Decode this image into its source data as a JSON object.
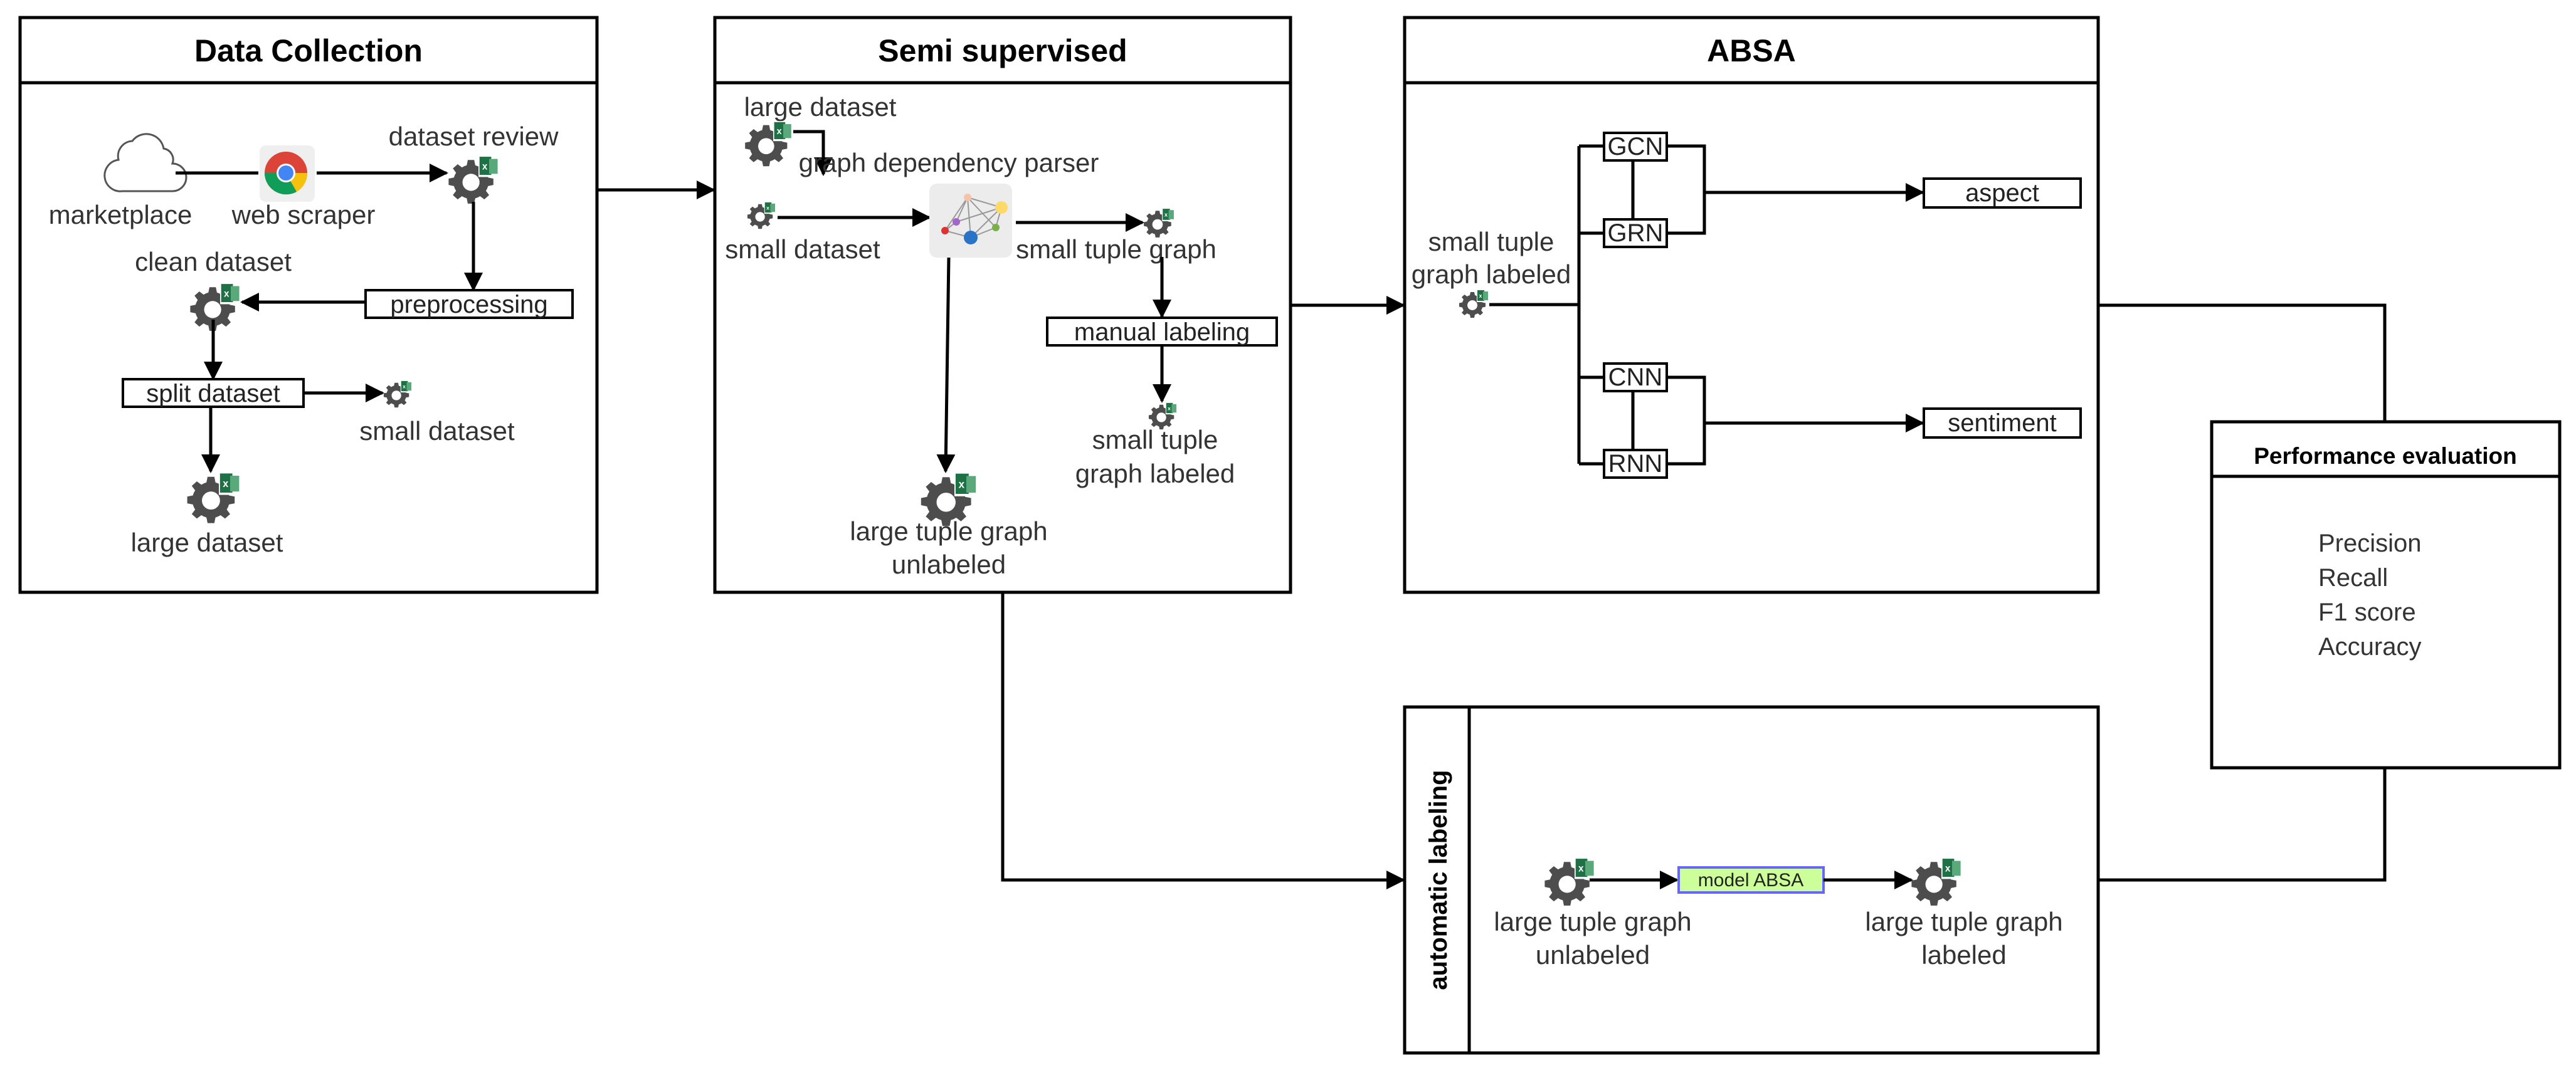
{
  "diagram": {
    "title": "ABSA semi-supervised pipeline",
    "colors": {
      "line": "#000000",
      "text": "#333333",
      "gear": "#4d4d4d",
      "excel": "#1e7145",
      "model_fill": "#ccff99",
      "model_border": "#6666ff"
    },
    "data_collection": {
      "title": "Data Collection",
      "marketplace": "marketplace",
      "web_scraper": "web scraper",
      "dataset_review": "dataset review",
      "preprocessing": "preprocessing",
      "clean_dataset": "clean dataset",
      "split_dataset": "split dataset",
      "small_dataset": "small dataset",
      "large_dataset": "large dataset"
    },
    "semi_supervised": {
      "title": "Semi supervised",
      "large_dataset": "large dataset",
      "small_dataset": "small dataset",
      "parser": "graph dependency parser",
      "small_tuple_graph": "small tuple graph",
      "manual_labeling": "manual labeling",
      "small_tuple_labeled_line1": "small tuple",
      "small_tuple_labeled_line2": "graph labeled",
      "large_tuple_unlabeled_line1": "large tuple graph",
      "large_tuple_unlabeled_line2": "unlabeled"
    },
    "absa": {
      "title": "ABSA",
      "input_line1": "small tuple",
      "input_line2": "graph labeled",
      "models": [
        "GCN",
        "GRN",
        "CNN",
        "RNN"
      ],
      "aspect": "aspect",
      "sentiment": "sentiment"
    },
    "automatic_labeling": {
      "title": "automatic labeling",
      "input_line1": "large tuple graph",
      "input_line2": "unlabeled",
      "model": "model ABSA",
      "output_line1": "large tuple graph",
      "output_line2": "labeled"
    },
    "performance": {
      "title": "Performance evaluation",
      "metrics": [
        "Precision",
        "Recall",
        "F1 score",
        "Accuracy"
      ]
    }
  }
}
